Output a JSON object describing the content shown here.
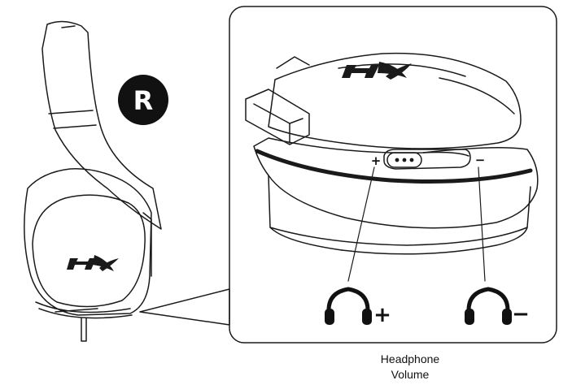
{
  "side_badge": {
    "letter": "R"
  },
  "callout": {
    "plus_sign": "+",
    "minus_sign": "−",
    "button_icon": "three-dot-rocker-icon"
  },
  "volume_up": {
    "icon": "headphones-icon",
    "sign": "+"
  },
  "volume_down": {
    "icon": "headphones-icon",
    "sign": "−"
  },
  "caption": {
    "line1": "Headphone",
    "line2": "Volume"
  },
  "logo": {
    "name": "HyperX"
  },
  "colors": {
    "line": "#1a1a1a",
    "badge_fill": "#111111",
    "background": "#ffffff"
  }
}
